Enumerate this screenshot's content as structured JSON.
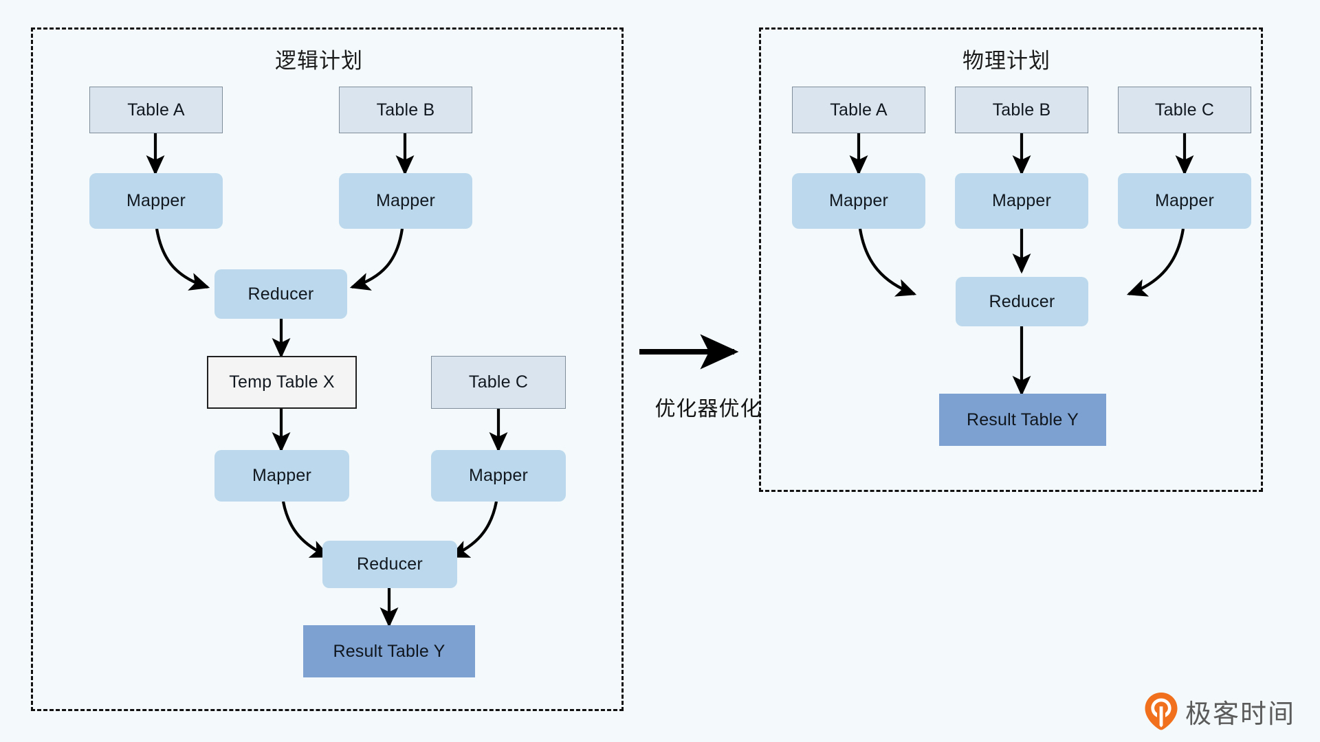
{
  "background_color": "#f4fafb",
  "diagram": {
    "type": "flowchart",
    "title_left": "逻辑计划",
    "title_right": "物理计划",
    "transform_label": "优化器优化",
    "palette": {
      "table_fill": "#dae4ef",
      "table_border": "#7f8c99",
      "mapper_fill": "#bbd8ec",
      "reducer_fill": "#bbd8ec",
      "temp_fill": "#f4f4f4",
      "temp_border": "#202020",
      "result_fill": "#7da1d1",
      "panel_border": "#111111",
      "arrow_color": "#000000"
    }
  },
  "logical_plan": {
    "title": "逻辑计划",
    "nodes": {
      "table_a": "Table A",
      "mapper_a": "Mapper",
      "table_b": "Table B",
      "mapper_b": "Mapper",
      "reducer_1": "Reducer",
      "temp_table_x": "Temp Table X",
      "table_c": "Table C",
      "mapper_x": "Mapper",
      "mapper_c": "Mapper",
      "reducer_2": "Reducer",
      "result_table_y": "Result Table Y"
    }
  },
  "physical_plan": {
    "title": "物理计划",
    "nodes": {
      "table_a": "Table A",
      "mapper_a": "Mapper",
      "table_b": "Table B",
      "mapper_b": "Mapper",
      "table_c": "Table C",
      "mapper_c": "Mapper",
      "reducer": "Reducer",
      "result_table_y": "Result Table Y"
    }
  },
  "watermark": {
    "text": "极客时间",
    "logo_color": "#f0701e"
  }
}
